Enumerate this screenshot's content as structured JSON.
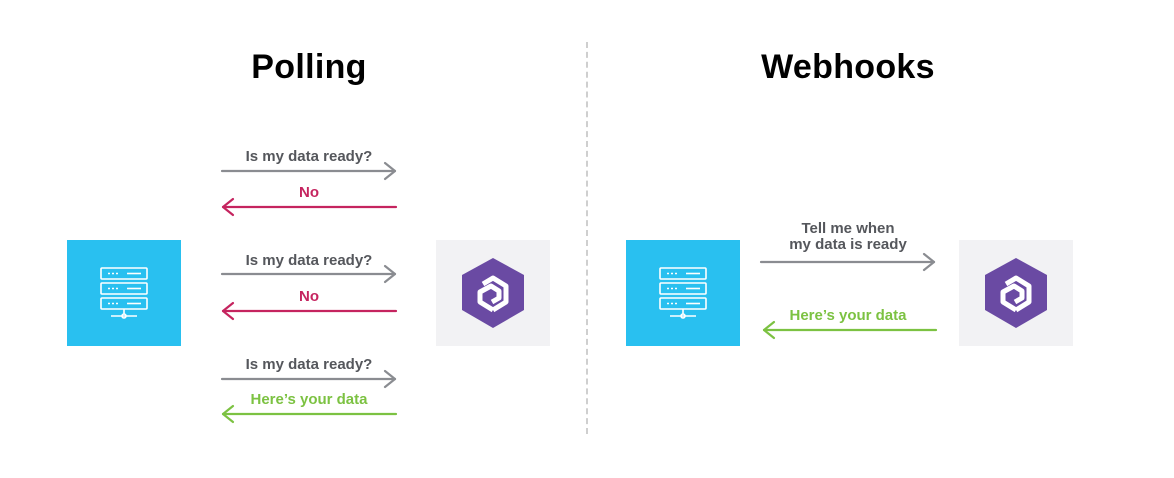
{
  "polling": {
    "title": "Polling",
    "exchanges": [
      {
        "request": "Is my data ready?",
        "response": "No"
      },
      {
        "request": "Is my data ready?",
        "response": "No"
      },
      {
        "request": "Is my data ready?",
        "response": "Here’s your data"
      }
    ]
  },
  "webhooks": {
    "title": "Webhooks",
    "request_line1": "Tell me when",
    "request_line2": "my data is ready",
    "response": "Here’s your data"
  },
  "colors": {
    "server_bg": "#29c0f0",
    "app_bg": "#f2f2f4",
    "logo": "#6a4aa3",
    "request_arrow": "#8a8c91",
    "negative": "#c5245f",
    "positive": "#7cc242"
  },
  "icons": {
    "server": "server-rack-icon",
    "app": "hexagon-logo-icon"
  }
}
